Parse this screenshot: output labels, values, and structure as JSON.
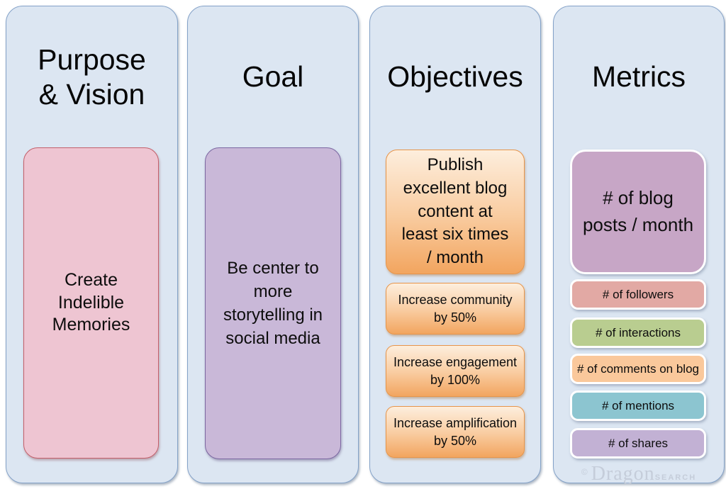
{
  "columns": [
    {
      "title": "Purpose\n& Vision",
      "items": [
        {
          "text": "Create\nIndelible\nMemories"
        }
      ]
    },
    {
      "title": "Goal",
      "items": [
        {
          "text": "Be center to\nmore\nstorytelling in\nsocial media"
        }
      ]
    },
    {
      "title": "Objectives",
      "items": [
        {
          "text": "Publish\nexcellent blog\ncontent at\nleast six times\n/ month"
        },
        {
          "text": "Increase community\nby 50%"
        },
        {
          "text": "Increase engagement\nby 100%"
        },
        {
          "text": "Increase amplification\nby 50%"
        }
      ]
    },
    {
      "title": "Metrics",
      "items": [
        {
          "text": "# of blog\nposts / month"
        },
        {
          "text": "# of followers"
        },
        {
          "text": "# of interactions"
        },
        {
          "text": "# of comments on blog"
        },
        {
          "text": "# of mentions"
        },
        {
          "text": "# of shares"
        }
      ]
    }
  ],
  "watermark": {
    "copyright": "©",
    "brand": "Dragon",
    "suffix": "SEARCH"
  },
  "colors": {
    "panel_fill": "#dce6f2",
    "panel_border": "#84a2c8",
    "purpose_fill": "#eec5d2",
    "purpose_border": "#c4606b",
    "goal_fill": "#c9b8d8",
    "goal_border": "#7c68a2",
    "objective_gradient_top": "#fdeedd",
    "objective_gradient_bottom": "#f2a55f",
    "objective_border": "#e7954a",
    "metric_blog_posts_fill": "#c7a6c6",
    "metric_followers_fill": "#e2a9a4",
    "metric_interactions_fill": "#b9cd90",
    "metric_comments_fill": "#fac89b",
    "metric_mentions_fill": "#8cc5d0",
    "metric_shares_fill": "#c2b1d4",
    "metric_border": "#ffffff",
    "text": "#0d0d0d",
    "watermark": "#c5cdda"
  }
}
